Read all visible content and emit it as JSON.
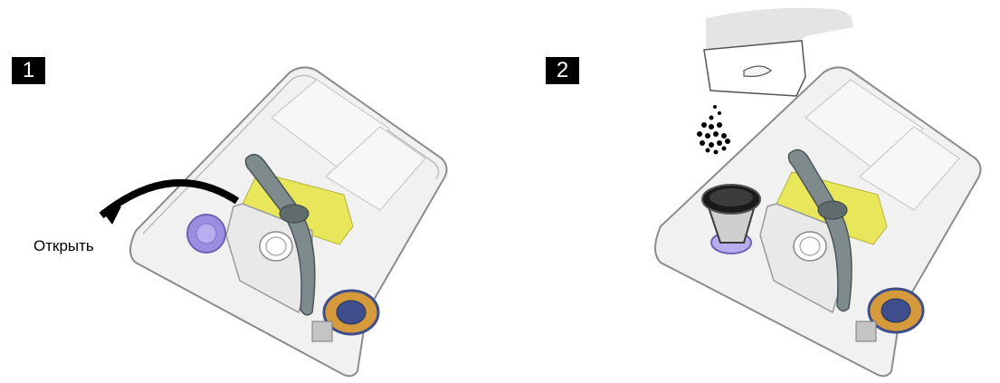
{
  "steps": [
    {
      "number": "1",
      "label": "Открыть"
    },
    {
      "number": "2"
    }
  ],
  "colors": {
    "tray_fill": "#f1f1f1",
    "tray_edge": "#8c8c8c",
    "spray_arm": "#7e8a8c",
    "spray_base": "#e8e65a",
    "lid_purple": "#9a8ee0",
    "motor_orange": "#d49a3b",
    "motor_blue": "#3e4d8c",
    "arrow": "#000000"
  }
}
